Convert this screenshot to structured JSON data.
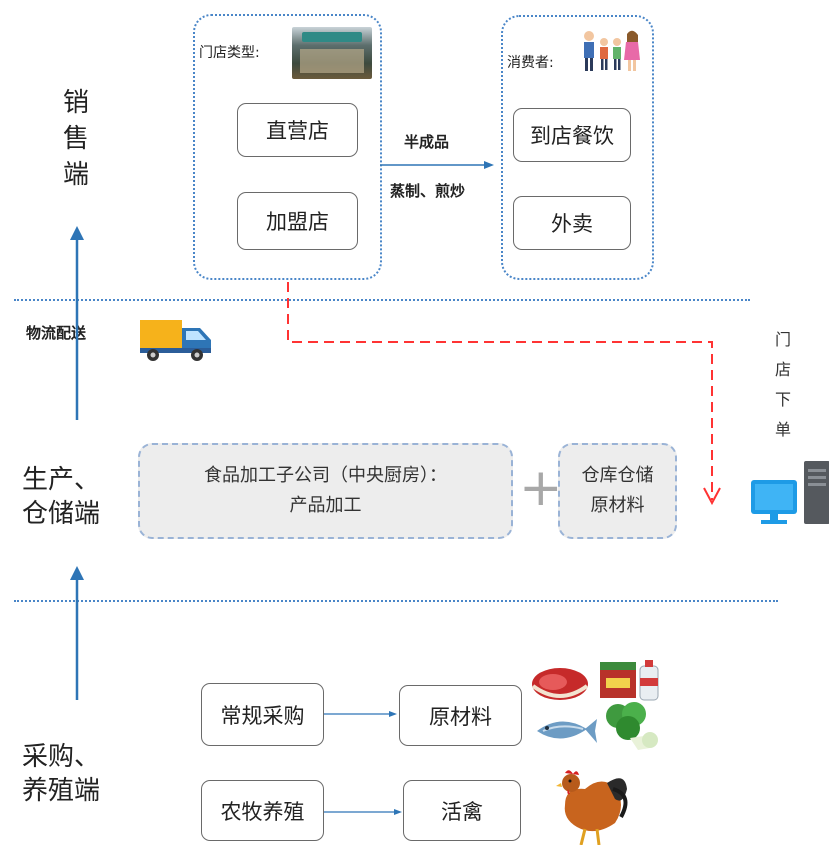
{
  "tiers": {
    "sales": "销售端",
    "production": [
      "生产、",
      "仓储端"
    ],
    "procurement": [
      "采购、",
      "养殖端"
    ]
  },
  "store": {
    "type_label": "门店类型:",
    "direct": "直营店",
    "franchise": "加盟店"
  },
  "flow": {
    "product": "半成品",
    "process": "蒸制、煎炒"
  },
  "consumer": {
    "label": "消费者:",
    "dine_in": "到店餐饮",
    "takeout": "外卖"
  },
  "logistics": "物流配送",
  "store_order": "门店下单",
  "production": {
    "kitchen_line1": "食品加工子公司（中央厨房）：",
    "kitchen_line2": "产品加工",
    "plus": "+",
    "warehouse_line1": "仓库仓储",
    "warehouse_line2": "原材料"
  },
  "procurement": {
    "regular": "常规采购",
    "raw": "原材料",
    "farming": "农牧养殖",
    "poultry": "活禽"
  },
  "icons": [
    "storefront-photo",
    "family-icon",
    "truck-icon",
    "computer-icon",
    "meat-icon",
    "grocery-box-icon",
    "fish-icon",
    "vegetable-icon",
    "chicken-icon"
  ],
  "colors": {
    "arrow_blue": "#2e75b6",
    "order_red": "#ff3333",
    "separator": "#4a86c8"
  }
}
